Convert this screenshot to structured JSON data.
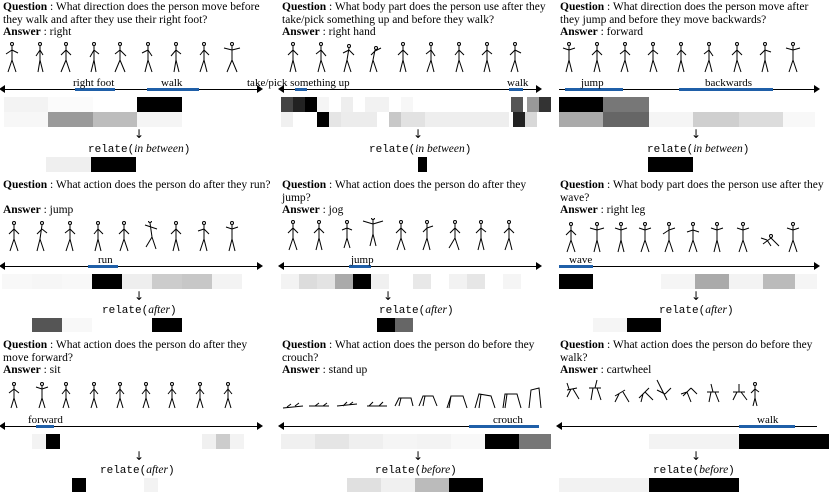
{
  "labels": {
    "question": "Question",
    "answer": "Answer",
    "relate": "relate"
  },
  "panels": [
    {
      "question": "What direction does the person move before they walk and after they use their right foot?",
      "answer": "right",
      "segments": [
        {
          "label": "right foot"
        },
        {
          "label": "walk"
        }
      ],
      "relation": "in between",
      "output": [
        0.05,
        1.0,
        0
      ]
    },
    {
      "question": "What body part does the person use after they take/pick something up and before they walk?",
      "answer": "right hand",
      "segments": [
        {
          "label": "take/pick something up"
        },
        {
          "label": "walk"
        }
      ],
      "relation": "in between",
      "output": [
        1.0
      ]
    },
    {
      "question": "What direction does the person move after they jump and before they move backwards?",
      "answer": "forward",
      "segments": [
        {
          "label": "jump"
        },
        {
          "label": "backwards"
        }
      ],
      "relation": "in between",
      "output": [
        1.0
      ]
    },
    {
      "question": "What action does the person do after they run?",
      "answer": "jump",
      "segments": [
        {
          "label": "run"
        }
      ],
      "relation": "after",
      "output": [
        0.75,
        0.05,
        1.0
      ]
    },
    {
      "question": "What action does the person do after they jump?",
      "answer": "jog",
      "segments": [
        {
          "label": "jump"
        }
      ],
      "relation": "after",
      "output": [
        1.0,
        0.6
      ]
    },
    {
      "question": "What body part does the person use after they wave?",
      "answer": "right leg",
      "segments": [
        {
          "label": "wave"
        }
      ],
      "relation": "after",
      "output": [
        0.05,
        1.0
      ]
    },
    {
      "question": "What action does the person do after they move forward?",
      "answer": "sit",
      "segments": [
        {
          "label": "forward"
        }
      ],
      "relation": "after",
      "output": [
        1.0,
        0.05
      ]
    },
    {
      "question": "What action does the person do before they crouch?",
      "answer": "stand up",
      "segments": [
        {
          "label": "crouch"
        }
      ],
      "relation": "before",
      "output": [
        0.15,
        0.1,
        0.3,
        1.0
      ]
    },
    {
      "question": "What action does the person do before they walk?",
      "answer": "cartwheel",
      "segments": [
        {
          "label": "walk"
        }
      ],
      "relation": "before",
      "output": [
        0.1,
        1.0
      ]
    }
  ]
}
